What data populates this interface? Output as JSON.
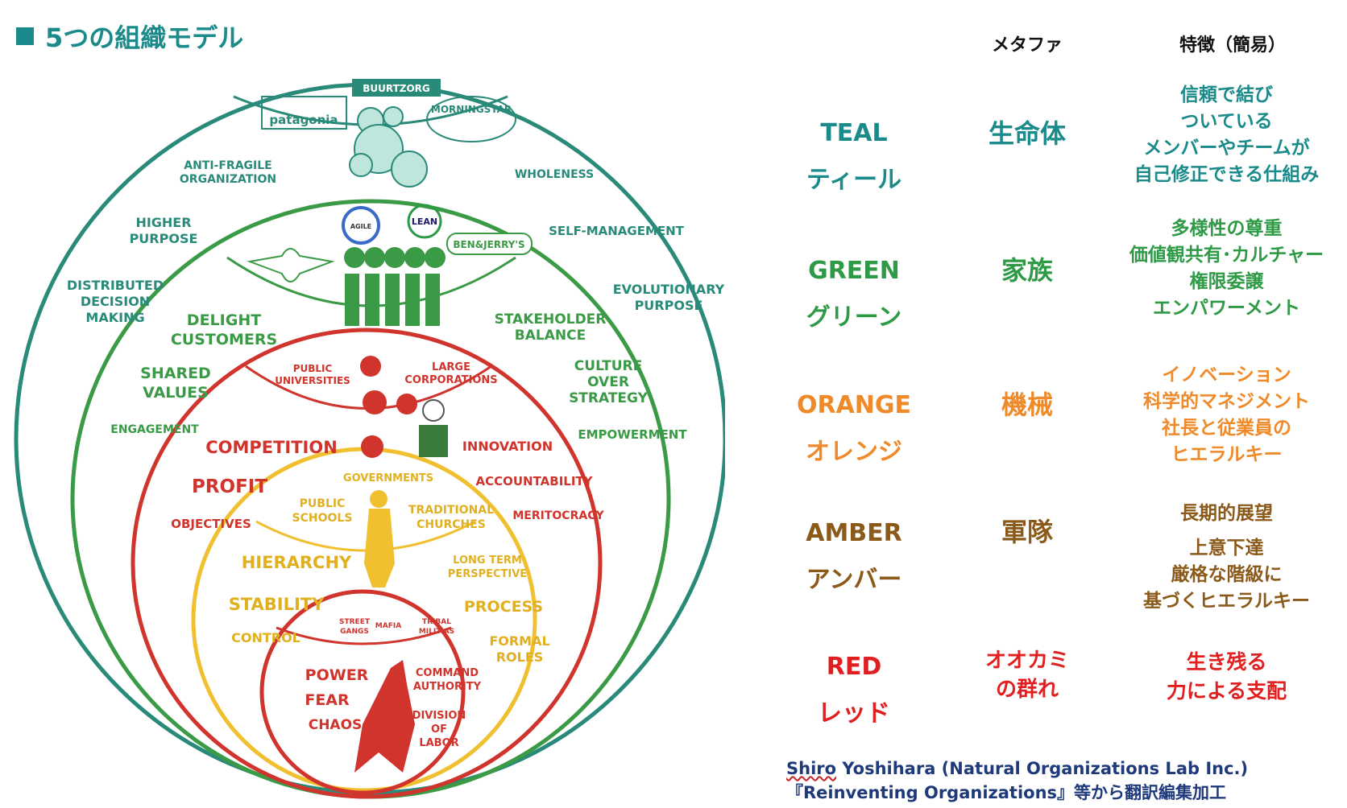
{
  "title": "5つの組織モデル",
  "headers": {
    "metaphor": "メタファ",
    "features": "特徴（簡易）"
  },
  "colors": {
    "teal": "#1a8a8a",
    "green": "#2e9a46",
    "orange": "#ef8a2a",
    "amber": "#8b5a1a",
    "red": "#e02020",
    "yellow": "#f0c030",
    "diagram_red": "#d0342c",
    "diagram_teal": "#2a8a7a",
    "diagram_green": "#3a9a46"
  },
  "rows": [
    {
      "key": "teal",
      "en": "TEAL",
      "ja": "ティール",
      "metaphor": [
        "生命体"
      ],
      "features": [
        "信頼で結び",
        "ついている",
        "メンバーやチームが",
        "自己修正できる仕組み"
      ]
    },
    {
      "key": "green",
      "en": "GREEN",
      "ja": "グリーン",
      "metaphor": [
        "家族"
      ],
      "features": [
        "多様性の尊重",
        "価値観共有･カルチャー",
        "権限委譲",
        "エンパワーメント"
      ]
    },
    {
      "key": "orange",
      "en": "ORANGE",
      "ja": "オレンジ",
      "metaphor": [
        "機械"
      ],
      "features": [
        "イノベーション",
        "科学的マネジメント",
        "社長と従業員の",
        "ヒエラルキー"
      ]
    },
    {
      "key": "amber",
      "en": "AMBER",
      "ja": "アンバー",
      "metaphor": [
        "軍隊"
      ],
      "features": [
        "長期的展望",
        "上意下達",
        "厳格な階級に",
        "基づくヒエラルキー"
      ]
    },
    {
      "key": "red",
      "en": "RED",
      "ja": "レッド",
      "metaphor": [
        "オオカミ",
        "の群れ"
      ],
      "features": [
        "生き残る",
        "力による支配"
      ]
    }
  ],
  "credit": {
    "line1_name": "Shiro",
    "line1_rest": " Yoshihara (Natural Organizations Lab Inc.)",
    "line2": "『Reinventing Organizations』等から翻訳編集加工"
  },
  "diagram": {
    "teal_labels": [
      "ANTI-FRAGILE",
      "ORGANIZATION",
      "WHOLENESS",
      "HIGHER",
      "PURPOSE",
      "DISTRIBUTED",
      "DECISION",
      "MAKING",
      "SELF-MANAGEMENT",
      "EVOLUTIONARY",
      "PURPOSE"
    ],
    "teal_logos": [
      "BUURTZORG",
      "patagonia",
      "MORNINGSTAR"
    ],
    "green_labels": [
      "DELIGHT",
      "CUSTOMERS",
      "STAKEHOLDER",
      "BALANCE",
      "SHARED",
      "VALUES",
      "CULTURE",
      "OVER",
      "STRATEGY",
      "ENGAGEMENT",
      "EMPOWERMENT"
    ],
    "green_logos": [
      "AGILE",
      "LEAN",
      "BEN&JERRY'S"
    ],
    "orange_labels": [
      "PUBLIC",
      "UNIVERSITIES",
      "LARGE",
      "CORPORATIONS",
      "COMPETITION",
      "INNOVATION",
      "PROFIT",
      "ACCOUNTABILITY",
      "OBJECTIVES",
      "MERITOCRACY"
    ],
    "amber_labels": [
      "GOVERNMENTS",
      "PUBLIC",
      "SCHOOLS",
      "TRADITIONAL",
      "CHURCHES",
      "HIERARCHY",
      "LONG TERM",
      "PERSPECTIVE",
      "STABILITY",
      "PROCESS",
      "CONTROL",
      "FORMAL",
      "ROLES"
    ],
    "red_labels": [
      "STREET",
      "GANGS",
      "MAFIA",
      "TRIBAL",
      "MILITIAS",
      "POWER",
      "FEAR",
      "CHAOS",
      "COMMAND",
      "AUTHORITY",
      "DIVISION",
      "OF",
      "LABOR"
    ]
  }
}
